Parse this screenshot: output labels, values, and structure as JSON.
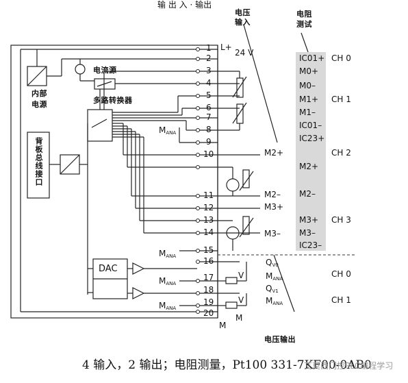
{
  "top_cut_text": "输 出 入 · 输出",
  "voltage_input_label": [
    "电压",
    "输入"
  ],
  "resistance_test_label": [
    "电阻",
    "测试"
  ],
  "supply_label": "L+",
  "supply_voltage": "24 V",
  "internal_power_label": [
    "内部",
    "电源"
  ],
  "current_source_label": "电流源",
  "multiplexer_label": "多路转换器",
  "backplane_label": "背板总线接口",
  "dac_label": "DAC",
  "mana_main": "M",
  "mana_sub": "ANA",
  "terminal_numbers": [
    "1",
    "2",
    "3",
    "4",
    "5",
    "6",
    "7",
    "8",
    "9",
    "10",
    "11",
    "12",
    "13",
    "14",
    "15",
    "16",
    "17",
    "18",
    "19",
    "20"
  ],
  "output_v_symbol": "V",
  "bottom_m_label": "M",
  "bottom_m_label2": "M",
  "terminal_m_label": "M",
  "voltage_labels": [
    "M2+",
    "M2–",
    "M3+",
    "M3–"
  ],
  "resistance_labels": [
    "IC01+",
    "M0+",
    "M0–",
    "M1+",
    "M1–",
    "IC01–",
    "IC23+",
    "M2+",
    "M2–",
    "M3+",
    "M3–",
    "IC23–"
  ],
  "output_labels": {
    "qv0_main": "Q",
    "qv0_sub": "V0",
    "m1_main": "M",
    "m1_sub": "ANA",
    "qv1_main": "Q",
    "qv1_sub": "V1",
    "m2_main": "M",
    "m2_sub": "ANA"
  },
  "channels": [
    "CH 0",
    "CH 1",
    "CH 2",
    "CH 3",
    "CH 0",
    "CH 1"
  ],
  "voltage_output_label": "电压输出",
  "caption": "4 输入，2 输出；电阻测量，Pt100 331-7KF00-0AB0",
  "watermark": "艾莫西门控PLC编程学习"
}
